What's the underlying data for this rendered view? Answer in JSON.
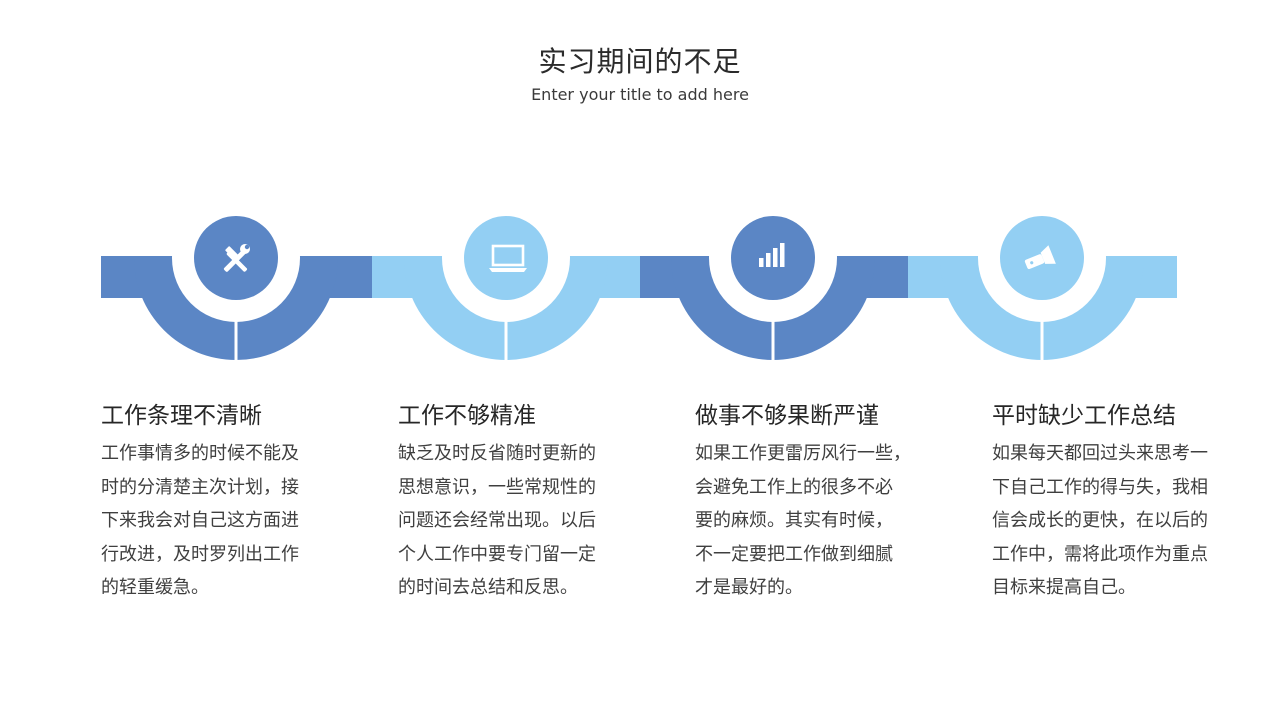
{
  "header": {
    "title": "实习期间的不足",
    "subtitle": "Enter your title to add here"
  },
  "colors": {
    "dark_blue": "#5b86c5",
    "light_blue": "#93cff3",
    "icon_white": "#ffffff"
  },
  "steps": [
    {
      "icon": "tools-icon",
      "color": "dark_blue",
      "title": "工作条理不清晰",
      "lines": [
        "工作事情多的时候不能及",
        "时的分清楚主次计划，接",
        "下来我会对自己这方面进",
        "行改进，及时罗列出工作",
        "的轻重缓急。"
      ]
    },
    {
      "icon": "laptop-icon",
      "color": "light_blue",
      "title": "工作不够精准",
      "lines": [
        "缺乏及时反省随时更新的",
        "思想意识，一些常规性的",
        "问题还会经常出现。以后",
        "个人工作中要专门留一定",
        "的时间去总结和反思。"
      ]
    },
    {
      "icon": "bar-chart-icon",
      "color": "dark_blue",
      "title": "做事不够果断严谨",
      "lines": [
        "如果工作更雷厉风行一些，",
        "会避免工作上的很多不必",
        "要的麻烦。其实有时候，",
        "不一定要把工作做到细腻",
        "才是最好的。"
      ]
    },
    {
      "icon": "flashlight-icon",
      "color": "light_blue",
      "title": "平时缺少工作总结",
      "lines": [
        "如果每天都回过头来思考一",
        "下自己工作的得与失，我相",
        "信会成长的更快，在以后的",
        "工作中，需将此项作为重点",
        "目标来提高自己。"
      ]
    }
  ]
}
